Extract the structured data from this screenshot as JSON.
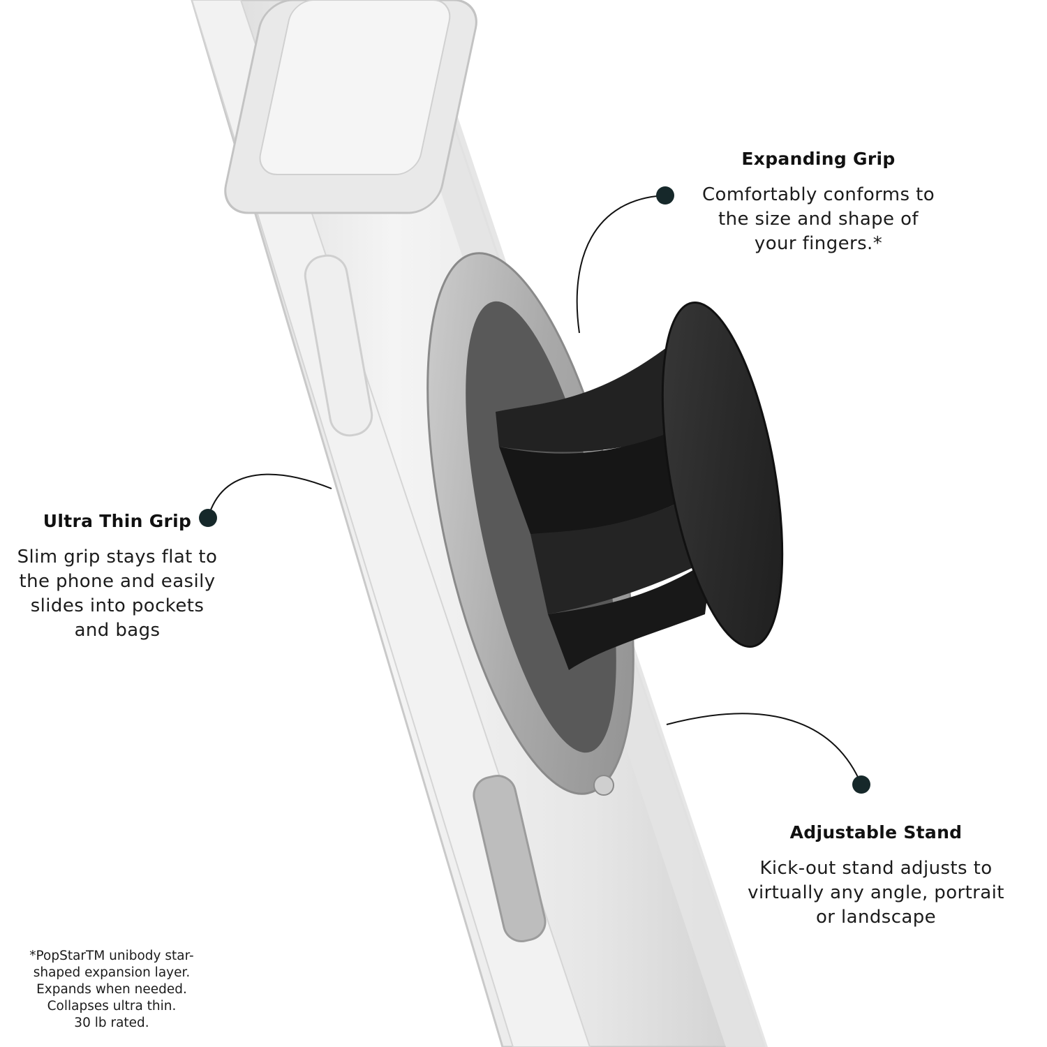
{
  "callouts": {
    "expanding_grip": {
      "title": "Expanding Grip",
      "description": "Comfortably conforms to\nthe size and shape of\nyour fingers.*"
    },
    "ultra_thin_grip": {
      "title": "Ultra Thin Grip",
      "description": "Slim grip stays flat to\nthe phone and easily\nslides into pockets\nand bags"
    },
    "adjustable_stand": {
      "title": "Adjustable Stand",
      "description": "Kick-out stand adjusts to\nvirtually any angle, portrait\nor landscape"
    }
  },
  "footnote": "*PopStarTM unibody star-\nshaped expansion layer.\nExpands when needed.\nCollapses ultra thin.\n30 lb rated.",
  "colors": {
    "dot": "#16282a",
    "text": "#1a1a1a",
    "grip_black": "#1c1c1c",
    "case_clear": "#ececec"
  }
}
